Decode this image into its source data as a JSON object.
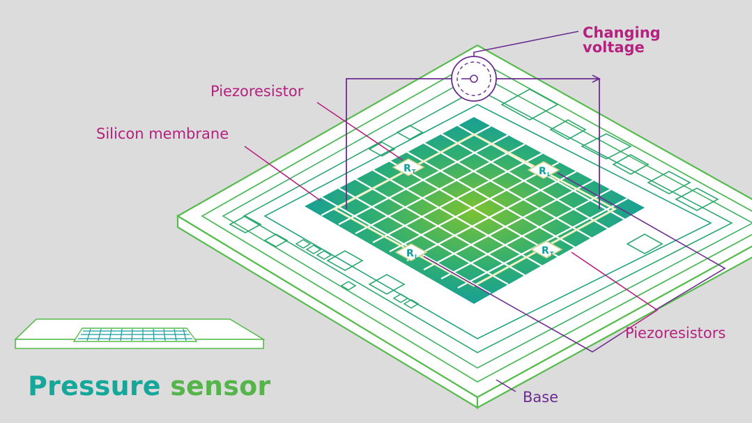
{
  "colors": {
    "background": "#dcdcdc",
    "base_outline": "#4bbd5a",
    "membrane": "#129c9c",
    "membrane_center": "#66bb33",
    "leader_magenta": "#b5217f",
    "leader_purple": "#5c2d91",
    "title_teal": "#14a79a",
    "title_green": "#55b44a"
  },
  "labels": {
    "changing_voltage": "Changing\nvoltage",
    "piezoresistor": "Piezoresistor",
    "silicon_membrane": "Silicon membrane",
    "piezoresistors": "Piezoresistors",
    "base": "Base"
  },
  "resistors": {
    "top": "R",
    "top_sub": "T",
    "right": "R",
    "right_sub": "L",
    "left": "R",
    "left_sub": "L",
    "bottom": "R",
    "bottom_sub": "T"
  },
  "title": {
    "word1": "Pressure",
    "word2": "sensor"
  },
  "icons": [
    "voltage-source-icon",
    "mini-sensor-icon"
  ]
}
